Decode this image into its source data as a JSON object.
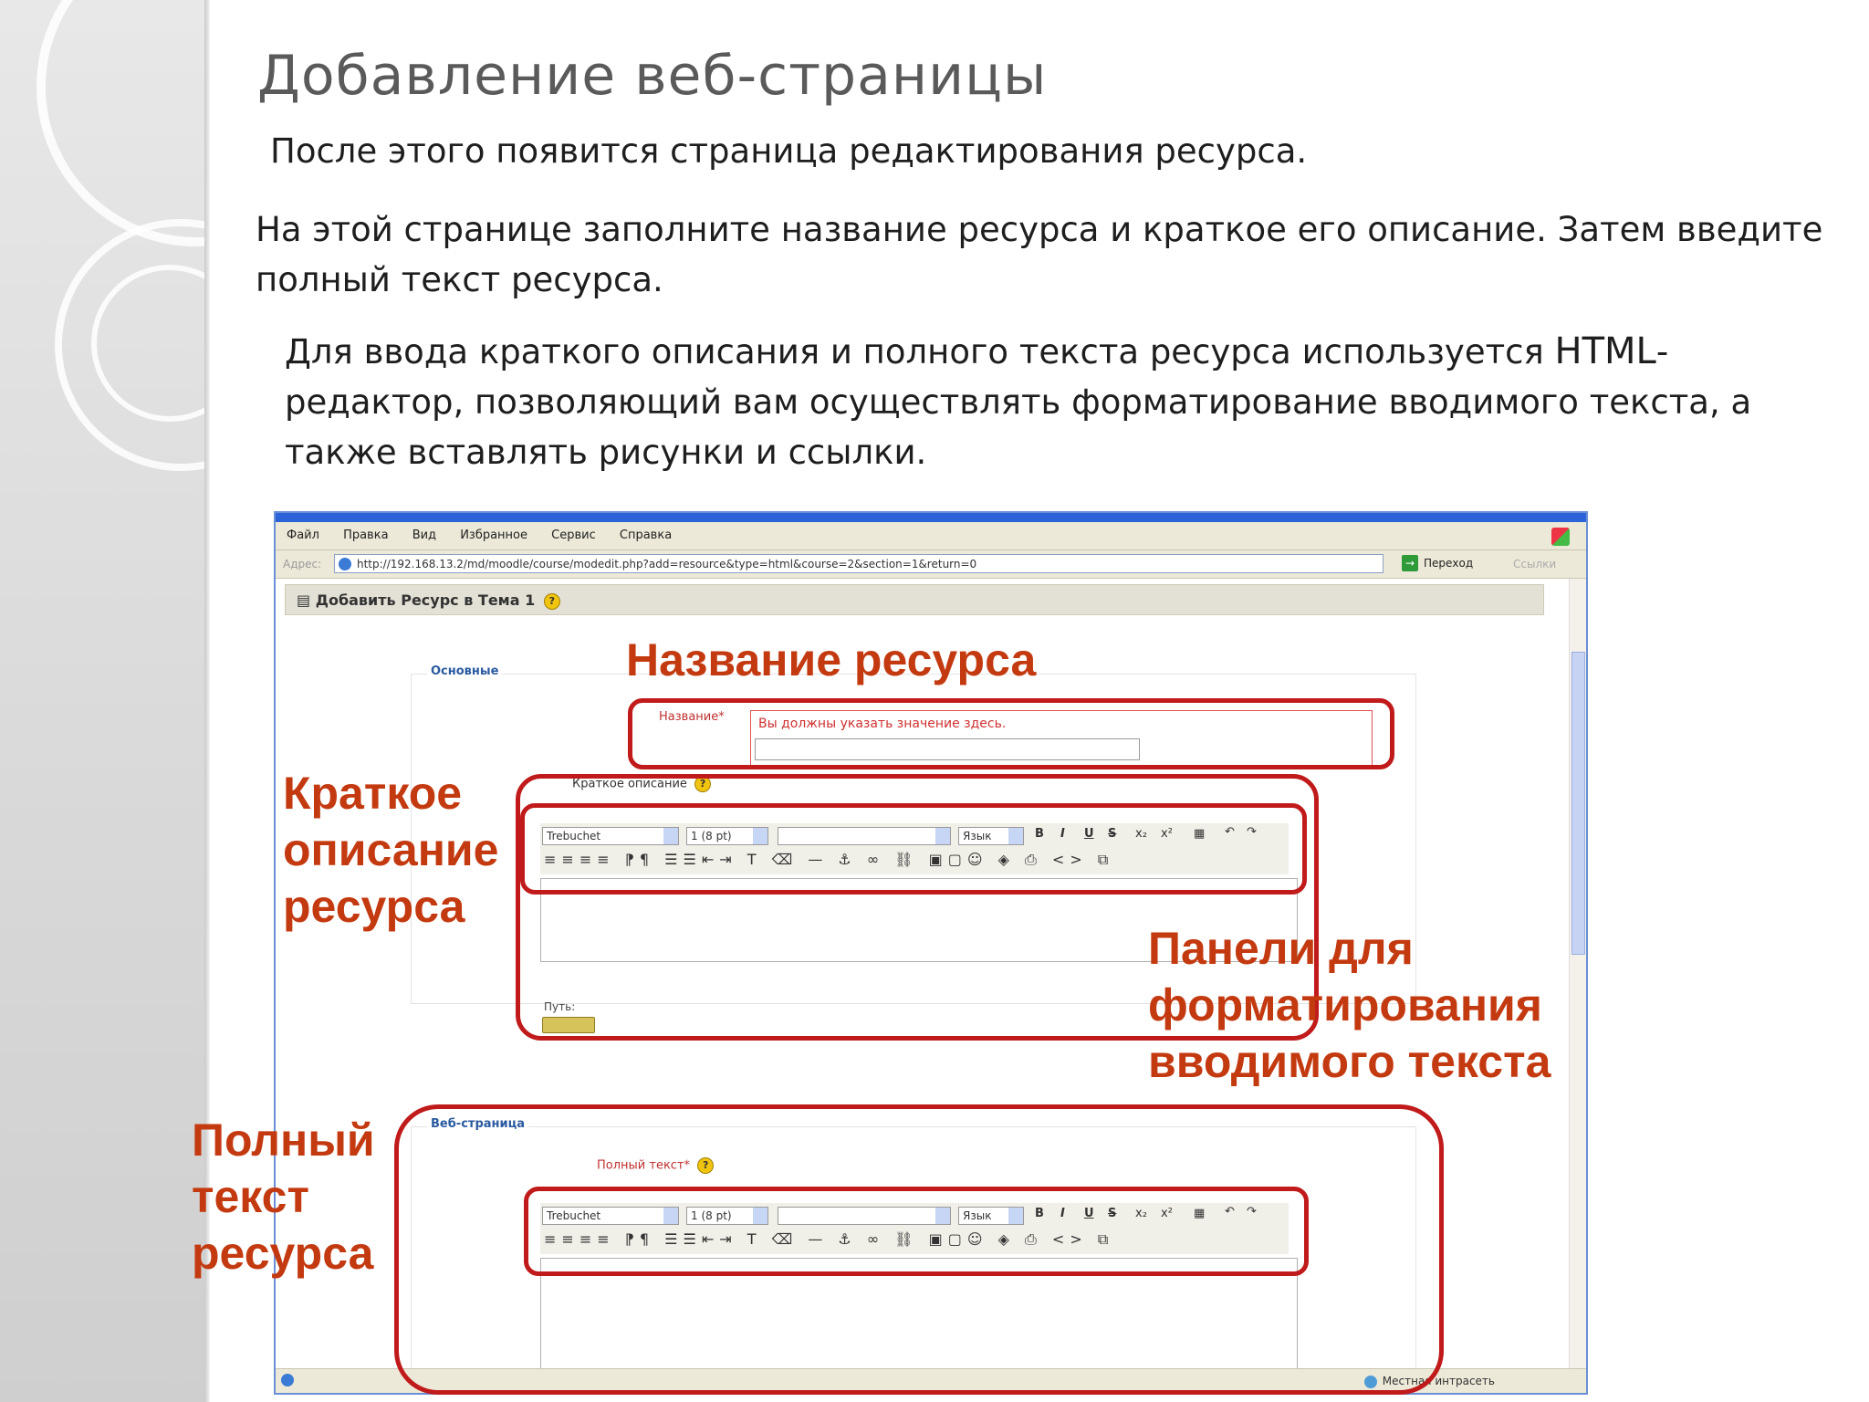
{
  "slide": {
    "title": "Добавление веб-страницы",
    "para1": "После этого появится страница редактирования ресурса.",
    "para2": "На этой странице заполните название ресурса и краткое его описание. Затем введите полный текст ресурса.",
    "para3_part1": "Для ввода краткого описания и полного текста ресурса используется ",
    "para3_html": "HTML",
    "para3_part2": "-редактор, позволяющий вам осуществлять форматирование вводимого текста, а также вставлять рисунки и ссылки."
  },
  "browser": {
    "menu": [
      "Файл",
      "Правка",
      "Вид",
      "Избранное",
      "Сервис",
      "Справка"
    ],
    "address_label": "Адрес:",
    "url": "http://192.168.13.2/md/moodle/course/modedit.php?add=resource&type=html&course=2&section=1&return=0",
    "go_label": "Переход",
    "links_label": "Ссылки",
    "status_zone": "Местная интрасеть"
  },
  "form": {
    "page_heading": "Добавить Ресурс в Тема 1",
    "help_glyph": "?",
    "legend_main": "Основные",
    "name_label": "Название*",
    "name_error": "Вы должны указать значение здесь.",
    "summary_label": "Краткое описание",
    "path_label": "Путь:",
    "legend_web": "Веб-страница",
    "fulltext_label": "Полный текст*"
  },
  "editor_toolbar": {
    "font": "Trebuchet",
    "size": "1 (8 pt)",
    "lang": "Язык",
    "bold": "B",
    "italic": "I",
    "underline": "U",
    "strike": "S",
    "icons_row": "≡≡≡≡ ⁋¶ ☰☰⇤⇥ T ⌫ — ⚓ ∞ ⛓ ▣▢☺ ◈ ⎙ <> ⧉"
  },
  "annotations": {
    "name": "Название ресурса",
    "summary": "Краткое\nописание\nресурса",
    "panels": "Панели для\nформатирования\nвводимого текста",
    "fulltext": "Полный\nтекст\nресурса"
  },
  "colors": {
    "callout": "#c01a1a",
    "annotation_text": "#c43a10",
    "title_text": "#5a5a5a"
  }
}
